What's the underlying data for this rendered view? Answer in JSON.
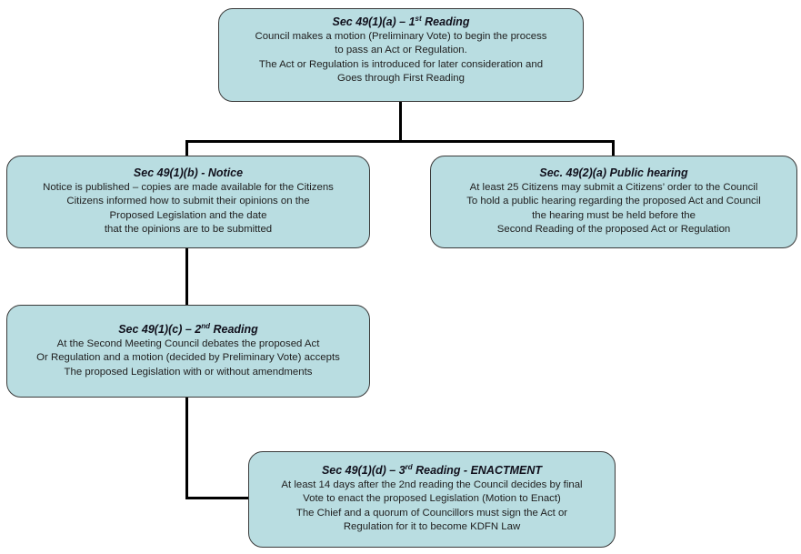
{
  "boxes": {
    "first_reading": {
      "title_pre": "Sec 49(1)(a) – 1",
      "title_sup": "st",
      "title_post": " Reading",
      "lines": [
        "Council makes a motion (Preliminary Vote) to begin the process",
        "to pass an Act or Regulation.",
        "The Act or Regulation is introduced for later consideration and",
        "Goes through First Reading"
      ]
    },
    "notice": {
      "title_pre": "Sec 49(1)(b) - Notice",
      "title_sup": "",
      "title_post": "",
      "lines": [
        "Notice is published – copies are made available for the Citizens",
        "Citizens informed how to submit their opinions on the",
        "Proposed Legislation and the date",
        "that the opinions are to be submitted"
      ]
    },
    "public_hearing": {
      "title_pre": "Sec. 49(2)(a) Public hearing",
      "title_sup": "",
      "title_post": "",
      "lines": [
        "At least 25 Citizens may submit a Citizens’ order to the Council",
        "To hold a public hearing regarding the proposed Act and Council",
        "the hearing must be held before the",
        "Second Reading of the proposed Act or Regulation"
      ]
    },
    "second_reading": {
      "title_pre": "Sec 49(1)(c) – 2",
      "title_sup": "nd",
      "title_post": " Reading",
      "lines": [
        "At the Second Meeting Council debates the proposed Act",
        "Or Regulation and a motion (decided by Preliminary Vote) accepts",
        "The proposed Legislation with or without amendments"
      ]
    },
    "enactment": {
      "title_pre": "Sec 49(1)(d) – 3",
      "title_sup": "rd",
      "title_post": " Reading - ENACTMENT",
      "lines": [
        "At least 14 days after the 2nd reading the Council decides by final",
        "Vote to enact the proposed Legislation (Motion to Enact)",
        "The Chief and a quorum of Councillors must sign the Act or",
        "Regulation for it to become KDFN Law"
      ]
    }
  },
  "colors": {
    "box_fill": "#b9dde1",
    "box_border": "#3a3a3a",
    "connector": "#000000",
    "title_text": "#10101c",
    "body_text": "#202020"
  }
}
